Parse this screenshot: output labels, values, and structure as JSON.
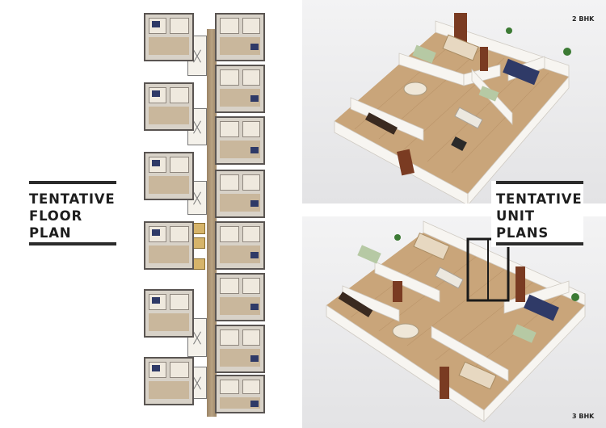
{
  "left_heading": {
    "lines": [
      "TENTATIVE",
      "FLOOR",
      "PLAN"
    ]
  },
  "right_heading": {
    "lines": [
      "TENTATIVE",
      "UNIT",
      "PLANS"
    ]
  },
  "top_panel": {
    "tag": "2 BHK"
  },
  "bottom_panel": {
    "tag": "3 BHK"
  },
  "colors": {
    "rule": "#2b2b2b",
    "wood": "#7a3b22",
    "floor_tile": "#c9a57a",
    "wall": "#f7f5f1",
    "bed": "#2f3a67"
  }
}
